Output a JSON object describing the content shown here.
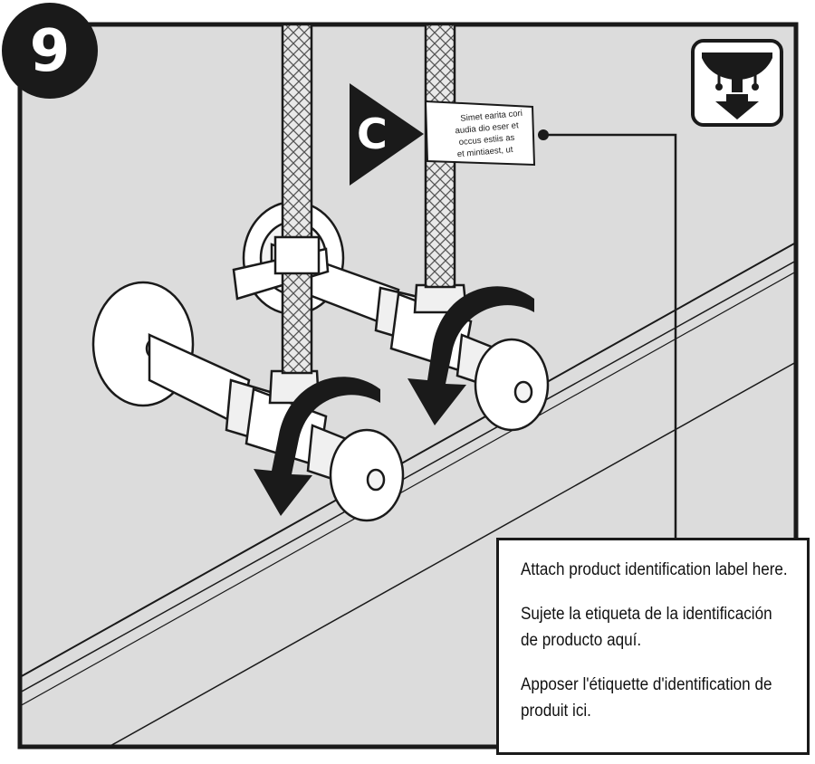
{
  "step": {
    "number": "9"
  },
  "marker": {
    "letter": "C"
  },
  "tag": {
    "lines": [
      "Simet earita cori",
      "audia dio eser et",
      "occus estiis as",
      "et mintiaest, ut"
    ]
  },
  "callout": {
    "english": "Attach product identification label here.",
    "spanish_line1": "Sujete la etiqueta de la identificación",
    "spanish_line2": "de producto aquí.",
    "french_line1": "Apposer  l'étiquette d'identification de",
    "french_line2": "produit ici."
  },
  "icons": {
    "top_right": "under-sink-supply-icon",
    "rotation": "rotate-clockwise-arrow-icon"
  },
  "colors": {
    "background_panel": "#dcdcdc",
    "ink": "#1a1a1a",
    "paper": "#ffffff"
  }
}
